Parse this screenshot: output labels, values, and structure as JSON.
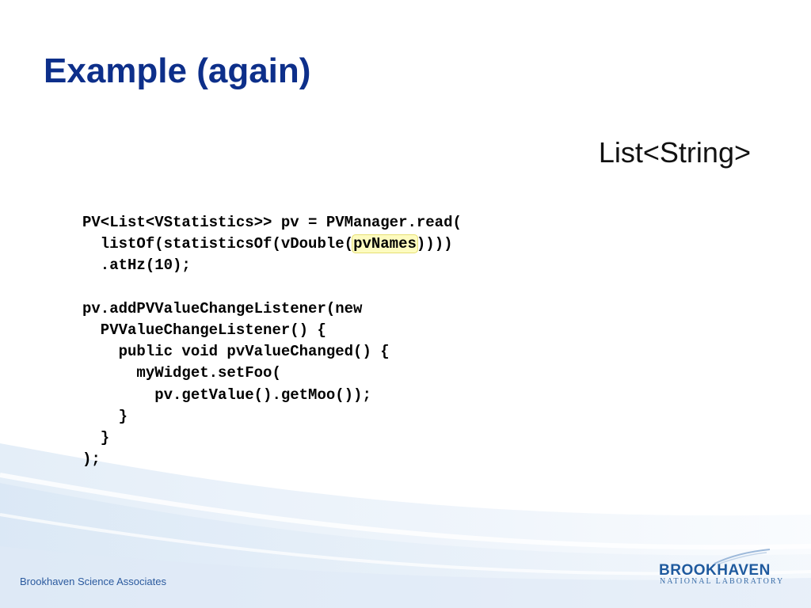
{
  "slide": {
    "title": "Example (again)",
    "type_label": "List<String>",
    "code": {
      "line_1": "PV<List<VStatistics>> pv = PVManager.read(",
      "line_2_before": "  listOf(statisticsOf(vDouble(",
      "line_2_highlight": "pvNames",
      "line_2_after": "))))",
      "line_3": "  .atHz(10);",
      "line_5": "pv.addPVValueChangeListener(new",
      "line_6": "  PVValueChangeListener() {",
      "line_7": "    public void pvValueChanged() {",
      "line_8": "      myWidget.setFoo(",
      "line_9": "        pv.getValue().getMoo());",
      "line_10": "    }",
      "line_11": "  }",
      "line_12": ");"
    },
    "highlight_color": "#fdfbc0"
  },
  "footer": {
    "organization": "Brookhaven Science Associates",
    "logo_main": "BROOKHAVEN",
    "logo_sub": "NATIONAL LABORATORY"
  },
  "colors": {
    "title": "#0d2f8a",
    "footer_text": "#2b5a9e",
    "logo": "#1f5a9e"
  }
}
